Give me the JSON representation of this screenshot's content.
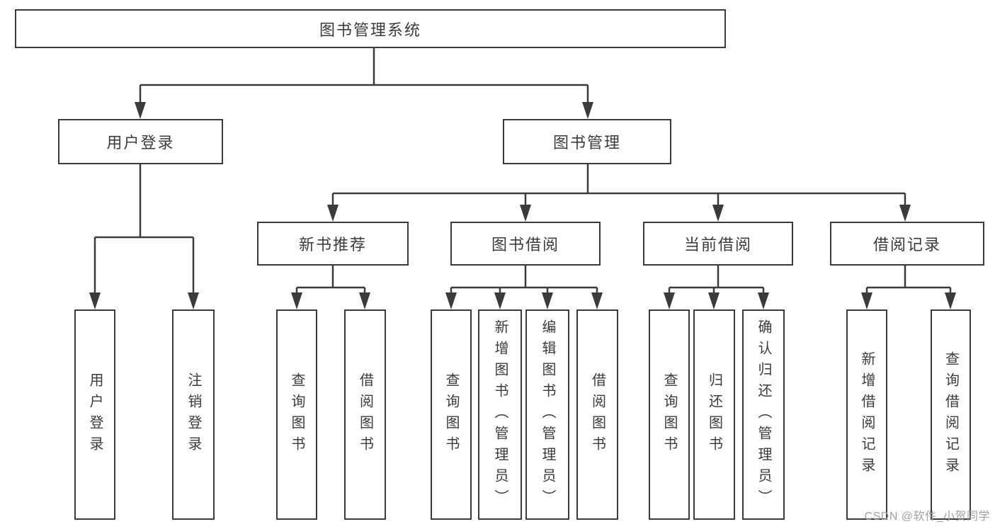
{
  "tree": {
    "root": "图书管理系统",
    "branches": [
      {
        "label": "用户登录",
        "leaves": [
          "用户登录",
          "注销登录"
        ]
      },
      {
        "label": "图书管理",
        "sections": [
          {
            "label": "新书推荐",
            "leaves": [
              "查询图书",
              "借阅图书"
            ]
          },
          {
            "label": "图书借阅",
            "leaves": [
              "查询图书",
              "新增图书（管理员）",
              "编辑图书（管理员）",
              "借阅图书"
            ]
          },
          {
            "label": "当前借阅",
            "leaves": [
              "查询图书",
              "归还图书",
              "确认归还（管理员）"
            ]
          },
          {
            "label": "借阅记录",
            "leaves": [
              "新增借阅记录",
              "查询借阅记录"
            ]
          }
        ]
      }
    ]
  },
  "watermark": "CSDN @软件_小贺同学",
  "colors": {
    "line": "#3b3b3b",
    "text": "#3b3b3b",
    "watermark": "#a2a2a2",
    "background": "#ffffff"
  }
}
